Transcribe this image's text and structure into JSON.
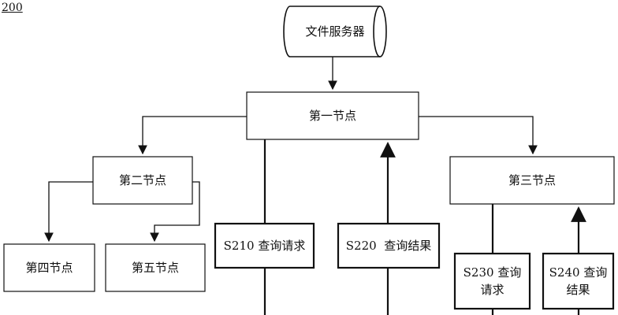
{
  "figure_number": "200",
  "nodes": {
    "file_server": "文件服务器",
    "node1": "第一节点",
    "node2": "第二节点",
    "node3": "第三节点",
    "node4": "第四节点",
    "node5": "第五节点"
  },
  "steps": {
    "s210": "S210 查询请求",
    "s220": "S220  查询结果",
    "s230_line1": "S230 查询",
    "s230_line2": "请求",
    "s240_line1": "S240 查询",
    "s240_line2": "结果"
  }
}
